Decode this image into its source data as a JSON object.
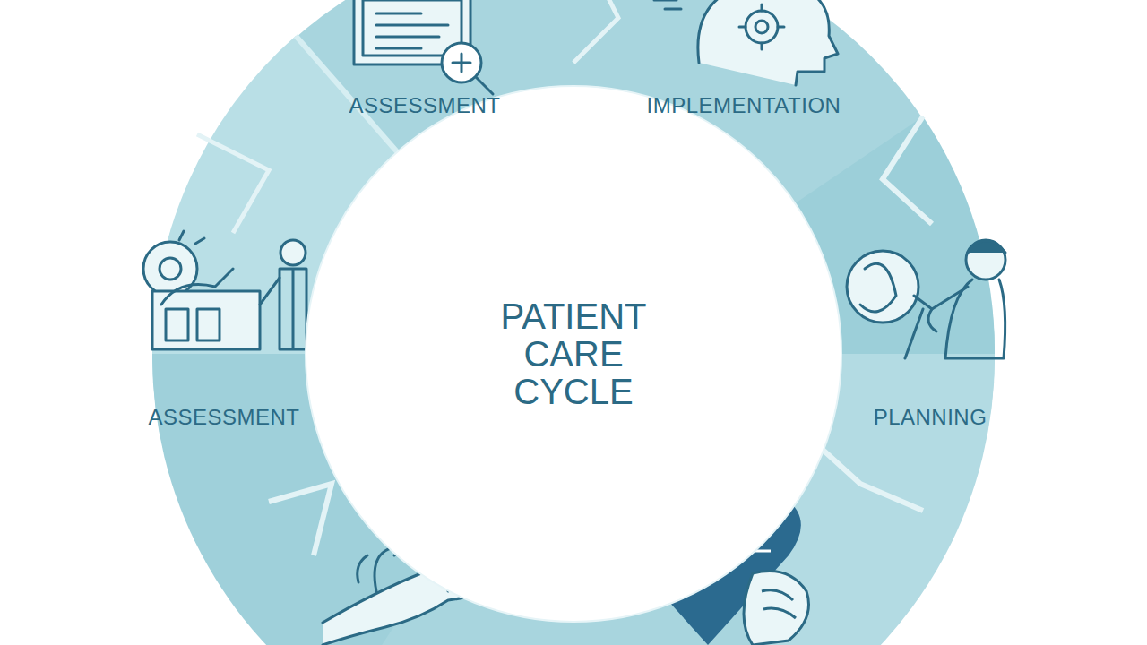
{
  "diagram": {
    "nodes": [
      {
        "text": [
          "PATIENT CARE CYCLE"
        ]
      }
    ],
    "labels": [
      "ASSESSMENT",
      "IMPLEMENTATION",
      "ASSESSMENT",
      "PLANNING"
    ]
  }
}
